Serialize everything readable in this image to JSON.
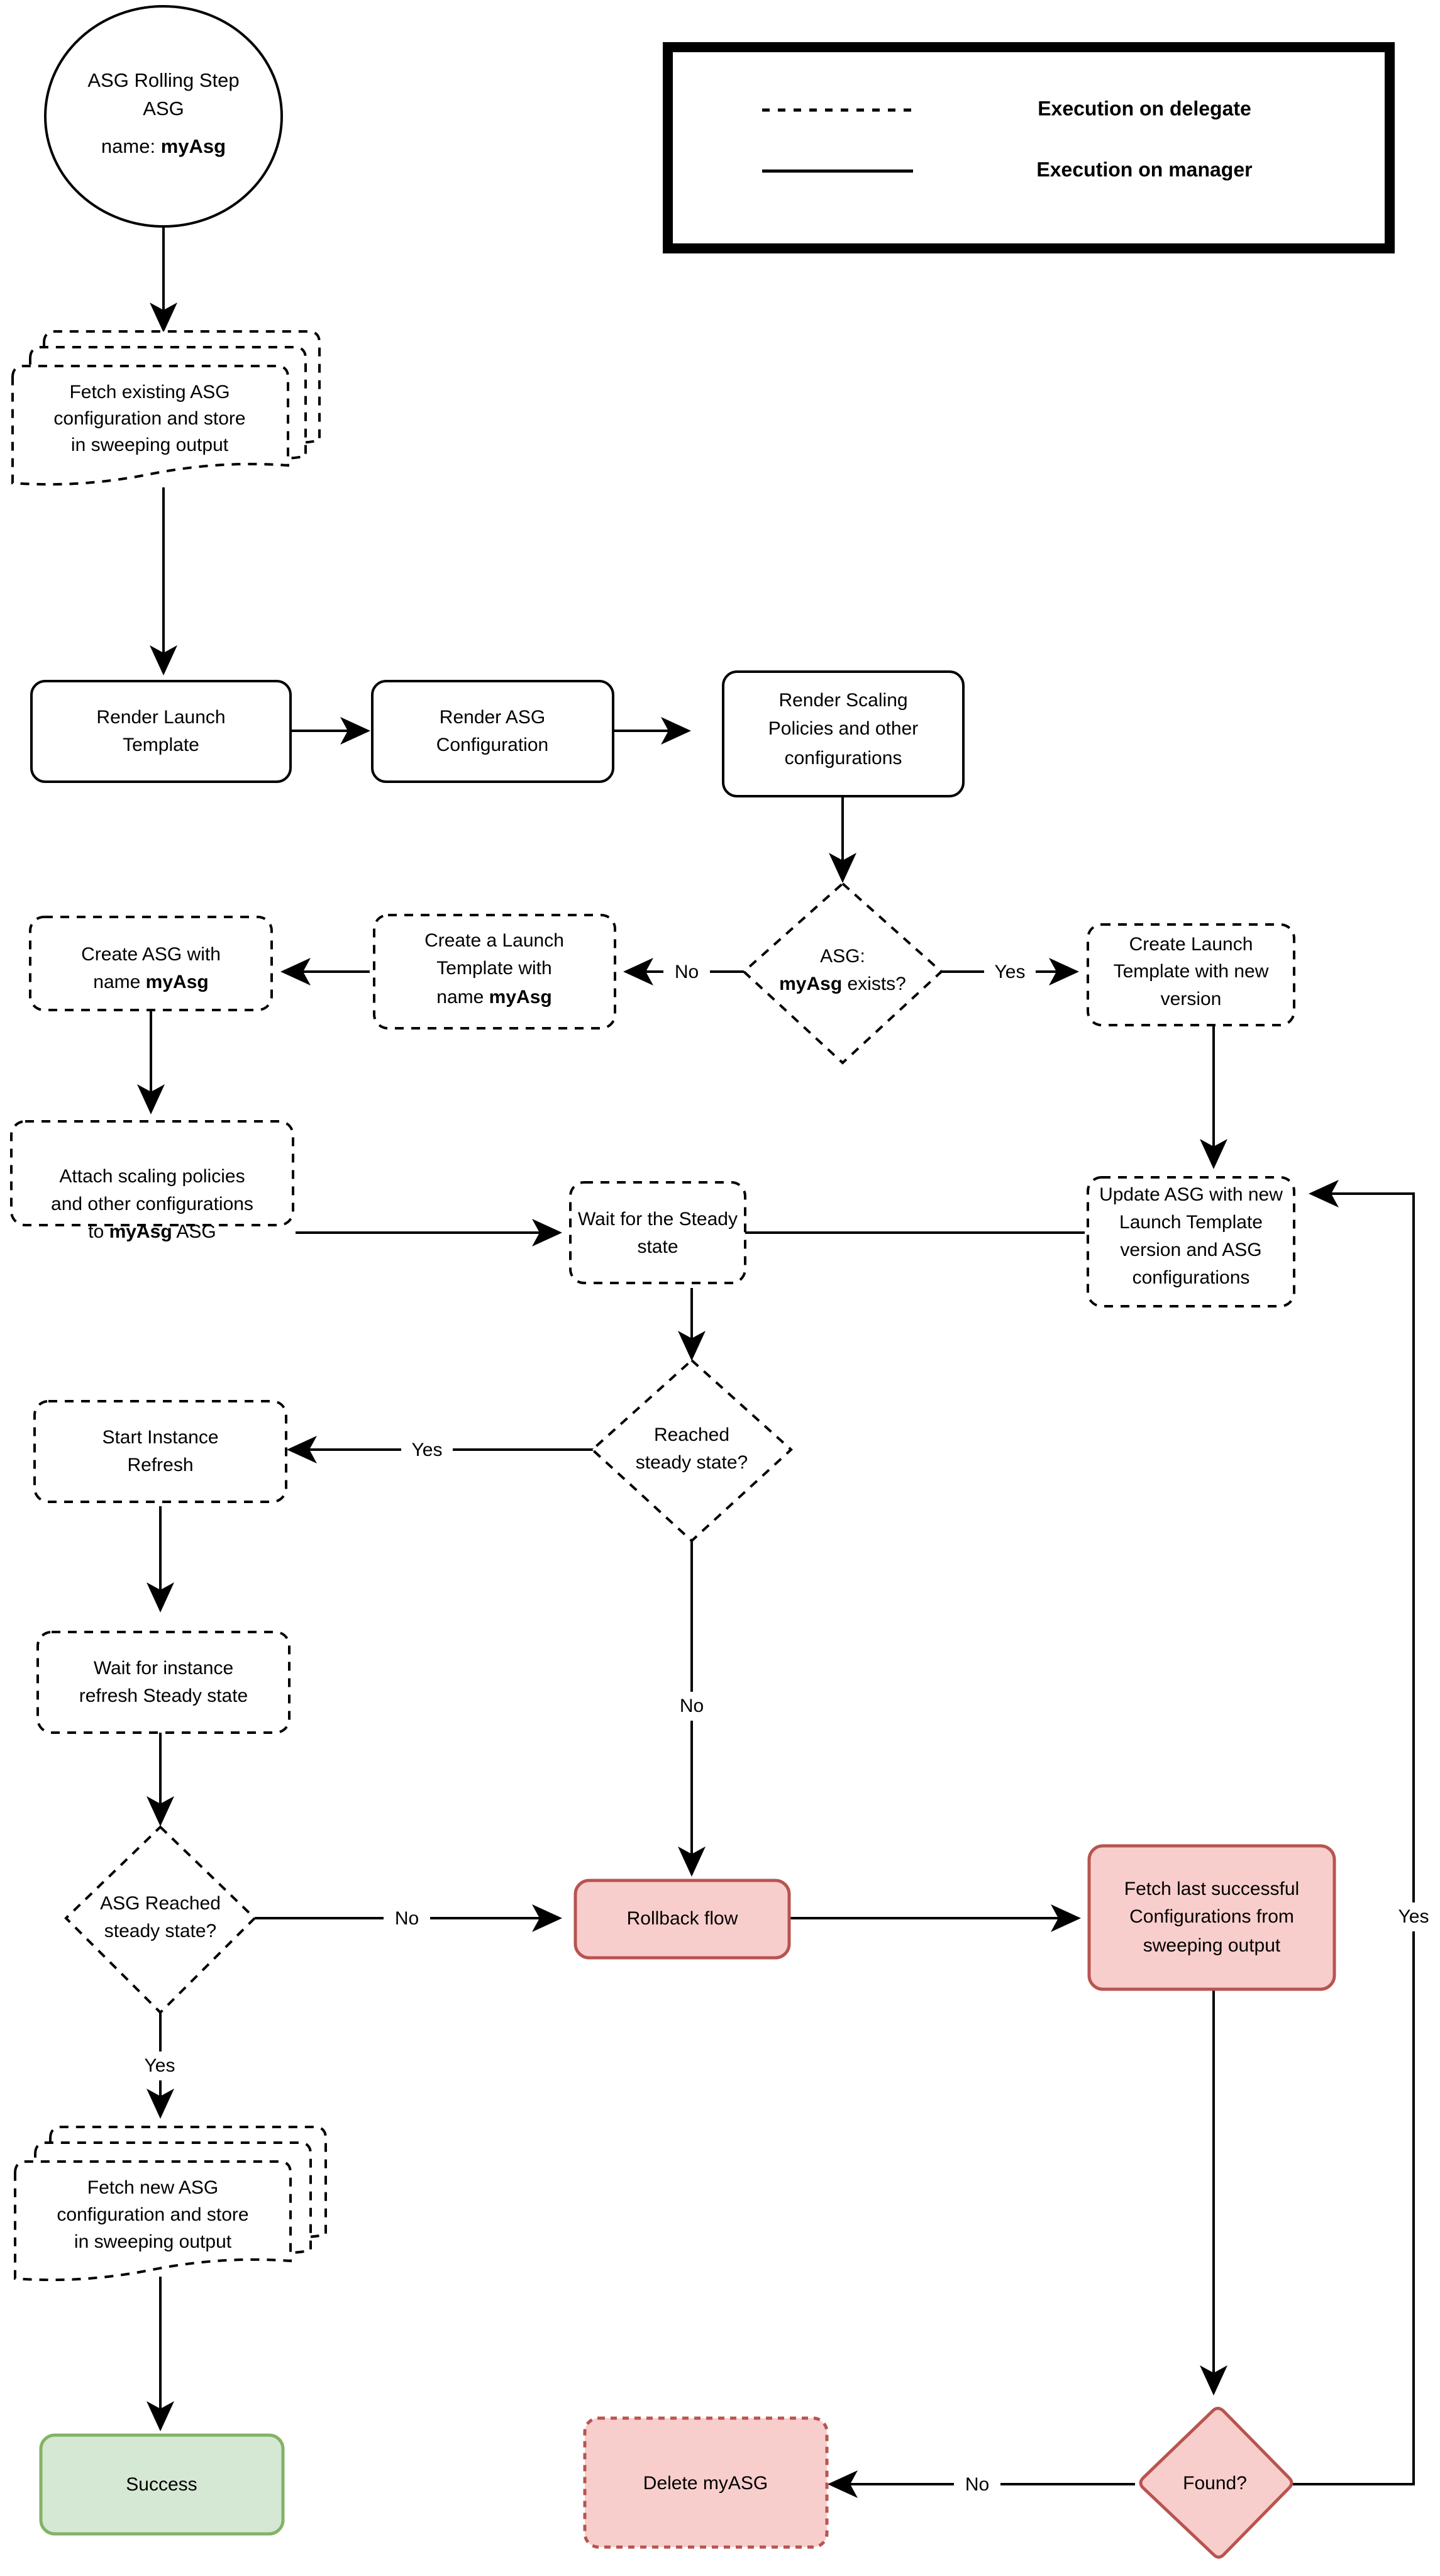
{
  "diagram": {
    "title": "ASG Rolling Step flowchart",
    "colors": {
      "red_fill": "#f8cecc",
      "red_stroke": "#b85450",
      "green_fill": "#d5e8d4",
      "green_stroke": "#82b366",
      "line": "#000000",
      "background": "#ffffff"
    }
  },
  "legend": {
    "items": [
      {
        "style": "dashed",
        "label": "Execution on delegate"
      },
      {
        "style": "solid",
        "label": "Execution on manager"
      }
    ]
  },
  "nodes": {
    "start": {
      "line1": "ASG Rolling Step",
      "line2": "ASG",
      "line3_prefix": "name: ",
      "line3_bold": "myAsg"
    },
    "fetch_existing": {
      "line1": "Fetch existing ASG",
      "line2": "configuration and store",
      "line3": "in sweeping output"
    },
    "render_launch_template": {
      "line1": "Render Launch",
      "line2": "Template"
    },
    "render_asg_config": {
      "line1": "Render ASG",
      "line2": "Configuration"
    },
    "render_scaling": {
      "line1": "Render Scaling",
      "line2": "Policies and other",
      "line3": "configurations"
    },
    "asg_exists": {
      "line1": "ASG:",
      "line2_bold": "myAsg",
      "line2_rest": " exists?"
    },
    "create_launch_template_named": {
      "line1": "Create a Launch",
      "line2": "Template with",
      "line3_prefix": "name ",
      "line3_bold": "myAsg"
    },
    "create_asg": {
      "line1": "Create ASG with",
      "line2_prefix": "name ",
      "line2_bold": "myAsg"
    },
    "create_lt_new_version": {
      "line1": "Create Launch",
      "line2": "Template with new",
      "line3": "version"
    },
    "attach_scaling": {
      "line1": "Attach scaling policies",
      "line2": "and other configurations",
      "line3_prefix": "to ",
      "line3_bold": "myAsg",
      "line3_suffix": " ASG"
    },
    "wait_steady": {
      "line1": "Wait for the Steady",
      "line2": "state"
    },
    "update_asg": {
      "line1": "Update ASG with new",
      "line2": "Launch Template",
      "line3": "version and ASG",
      "line4": "configurations"
    },
    "reached_steady": {
      "line1": "Reached",
      "line2": "steady state?"
    },
    "start_instance_refresh": {
      "line1": "Start Instance",
      "line2": "Refresh"
    },
    "wait_instance_refresh": {
      "line1": "Wait for instance",
      "line2": "refresh Steady state"
    },
    "asg_reached_steady": {
      "line1": "ASG Reached",
      "line2": "steady state?"
    },
    "rollback_flow": {
      "line1": "Rollback flow"
    },
    "fetch_last_successful": {
      "line1": "Fetch last successful",
      "line2": "Configurations from",
      "line3": "sweeping output"
    },
    "fetch_new_asg": {
      "line1": "Fetch new ASG",
      "line2": "configuration and store",
      "line3": "in sweeping output"
    },
    "success": {
      "line1": "Success"
    },
    "delete_myasg": {
      "line1": "Delete myASG"
    },
    "found": {
      "line1": "Found?"
    }
  },
  "edge_labels": {
    "asg_exists_no": "No",
    "asg_exists_yes": "Yes",
    "reached_steady_yes": "Yes",
    "reached_steady_no": "No",
    "asg_reached_steady_no": "No",
    "asg_reached_steady_yes": "Yes",
    "found_no": "No",
    "found_yes": "Yes"
  }
}
